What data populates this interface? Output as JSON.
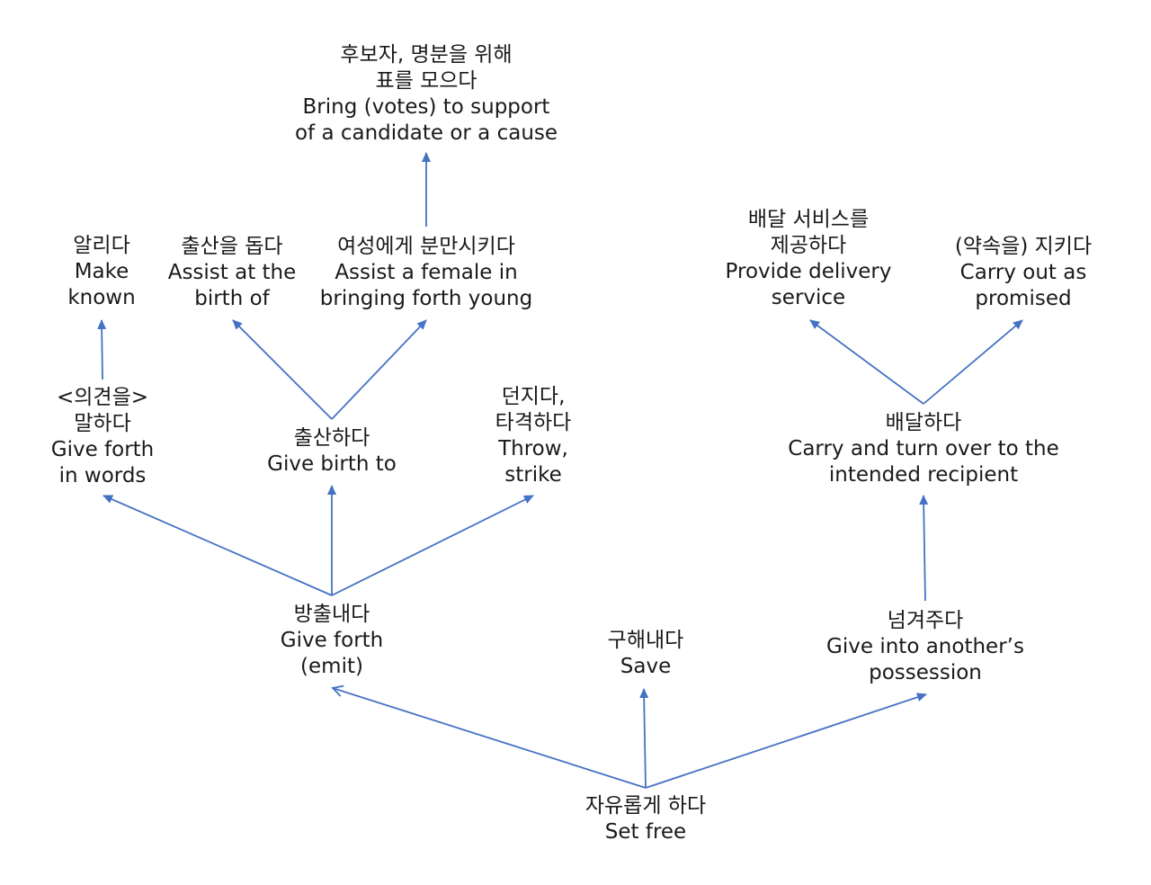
{
  "colors": {
    "arrow": "#4472C4",
    "text": "#1a1a1a",
    "background": "#ffffff"
  },
  "nodes": {
    "set_free": [
      "자유롭게 하다",
      "Set free"
    ],
    "emit": [
      "방출내다",
      "Give forth",
      "(emit)"
    ],
    "save": [
      "구해내다",
      "Save"
    ],
    "possession": [
      "넘겨주다",
      "Give into another’s",
      "possession"
    ],
    "give_words": [
      "<의견을>",
      "말하다",
      "Give forth",
      "in words"
    ],
    "give_birth": [
      "출산하다",
      "Give birth to"
    ],
    "throw": [
      "던지다,",
      "타격하다",
      "Throw,",
      "strike"
    ],
    "make_known": [
      "알리다",
      "Make",
      "known"
    ],
    "assist_birth": [
      "출산을 돕다",
      "Assist at the",
      "birth of"
    ],
    "assist_female": [
      "여성에게 분만시키다",
      "Assist a female in",
      "bringing forth young"
    ],
    "votes": [
      "후보자, 명분을 위해",
      "표를 모으다",
      "Bring (votes) to support",
      "of a candidate or a cause"
    ],
    "deliver": [
      "배달하다",
      "Carry and turn over to the",
      "intended recipient"
    ],
    "delivery_service": [
      "배달 서비스를",
      "제공하다",
      "Provide delivery",
      "service"
    ],
    "carry_out": [
      "(약속을) 지키다",
      "Carry out as",
      "promised"
    ]
  }
}
